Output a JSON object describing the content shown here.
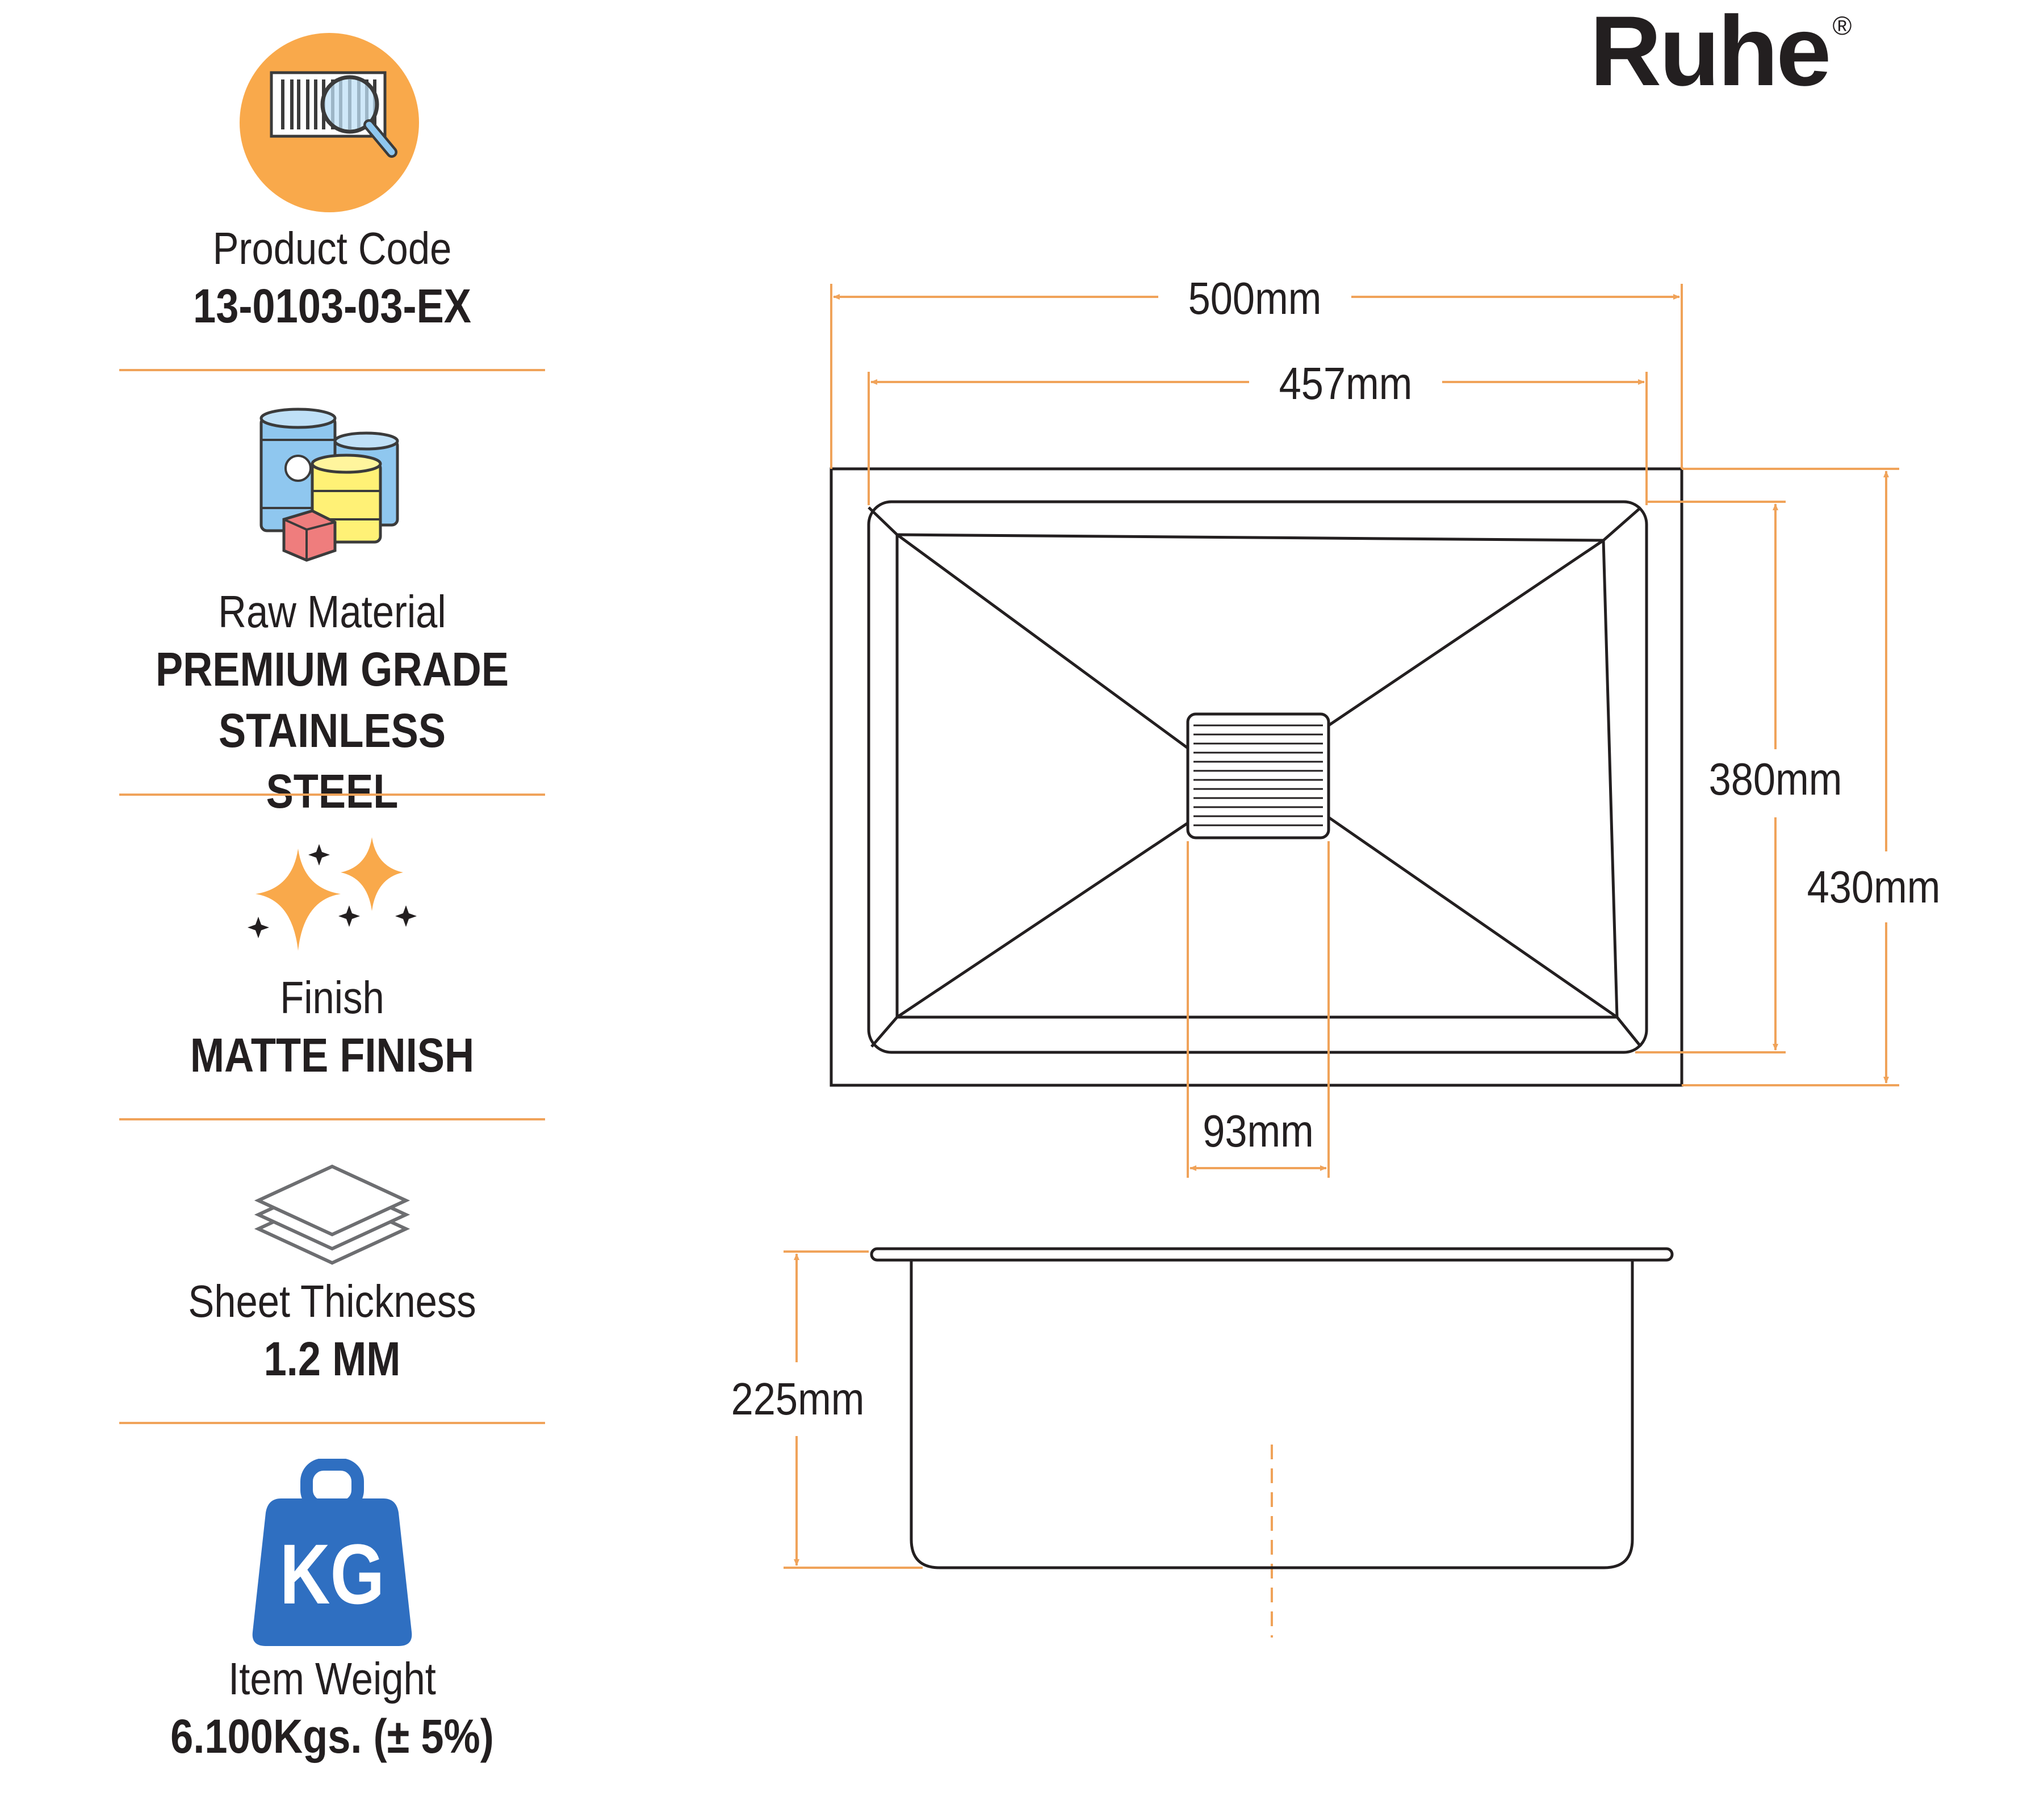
{
  "brand": {
    "logo_text": "Ruhe",
    "registered_mark": "®"
  },
  "specs": [
    {
      "label": "Product Code",
      "value_lines": [
        "13-0103-03-EX"
      ],
      "icon": "barcode-search-icon"
    },
    {
      "label": "Raw Material",
      "value_lines": [
        "PREMIUM GRADE",
        "STAINLESS STEEL"
      ],
      "icon": "raw-material-drums-icon"
    },
    {
      "label": "Finish",
      "value_lines": [
        "MATTE FINISH"
      ],
      "icon": "sparkles-icon"
    },
    {
      "label": "Sheet Thickness",
      "value_lines": [
        "1.2 MM"
      ],
      "icon": "stacked-sheets-icon"
    },
    {
      "label": "Item Weight",
      "value_lines": [
        "6.100Kgs. (± 5%)"
      ],
      "icon": "weight-kg-icon"
    }
  ],
  "weight_icon_text": "KG",
  "dimensions": {
    "outer_width": "500mm",
    "inner_width": "457mm",
    "inner_depth": "380mm",
    "outer_depth": "430mm",
    "drain_width": "93mm",
    "bowl_height": "225mm"
  },
  "colors": {
    "accent": "#f0a35a",
    "line": "#231f20",
    "icon_orange": "#f9a94b",
    "icon_blue": "#2f6fc1"
  }
}
